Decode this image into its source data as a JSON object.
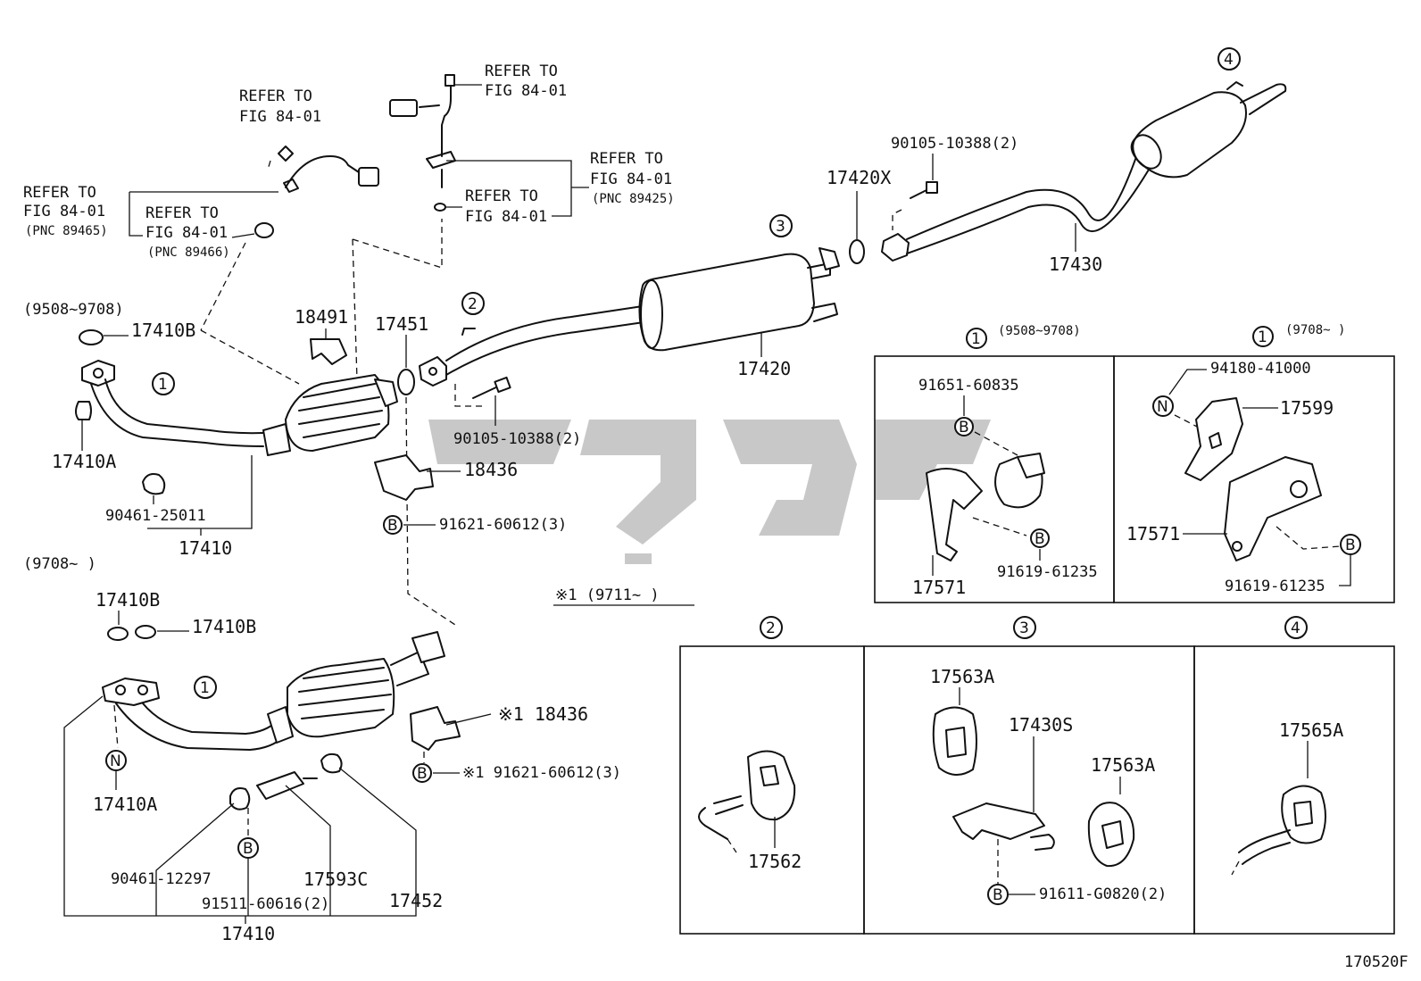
{
  "labels": {
    "refer1": "REFER TO",
    "fig1": "FIG 84-01",
    "refer2": "REFER TO",
    "fig2": "FIG 84-01",
    "refer3": "REFER TO",
    "fig3": "FIG 84-01",
    "pnc3": "(PNC 89465)",
    "refer4": "REFER TO",
    "fig4": "FIG 84-01",
    "pnc4": "(PNC 89466)",
    "refer5": "REFER TO",
    "fig5": "FIG 84-01",
    "pnc5": "(PNC 89425)",
    "refer6": "REFER TO",
    "fig6": "FIG 84-01",
    "range_top": "(9508~9708)",
    "p17410B_top": "17410B",
    "p17410A_top": "17410A",
    "p90461_25011": "90461-25011",
    "p17410_top": "17410",
    "p18491": "18491",
    "p17451": "17451",
    "p90105_a": "90105-10388(2)",
    "p18436": "18436",
    "p91621_a": "91621-60612(3)",
    "p17420": "17420",
    "p17420X": "17420X",
    "p90105_b": "90105-10388(2)",
    "p17430": "17430",
    "range_bottom": "(9708~        )",
    "p17410B_b1": "17410B",
    "p17410B_b2": "17410B",
    "p17410A_b": "17410A",
    "p90461_12297": "90461-12297",
    "p91511": "91511-60616(2)",
    "p17593C": "17593C",
    "p17452": "17452",
    "p17410_bottom": "17410",
    "note_1": "※1 (9711~        )",
    "p18436_b": "※1 18436",
    "p91621_b": "※1 91621-60612(3)",
    "box1_range": "(9508~9708)",
    "box1_91651": "91651-60835",
    "box1_17571": "17571",
    "box1_91619": "91619-61235",
    "box2_range": "(9708~        )",
    "box2_94180": "94180-41000",
    "box2_17599": "17599",
    "box2_17571": "17571",
    "box2_91619": "91619-61235",
    "s2_17562": "17562",
    "s3_17563A_a": "17563A",
    "s3_17430S": "17430S",
    "s3_17563A_b": "17563A",
    "s3_91611": "91611-G0820(2)",
    "s4_17565A": "17565A",
    "figure_code": "170520F"
  },
  "callouts": {
    "c1": "1",
    "c2": "2",
    "c3": "3",
    "c4": "4",
    "B": "B",
    "N": "N"
  }
}
